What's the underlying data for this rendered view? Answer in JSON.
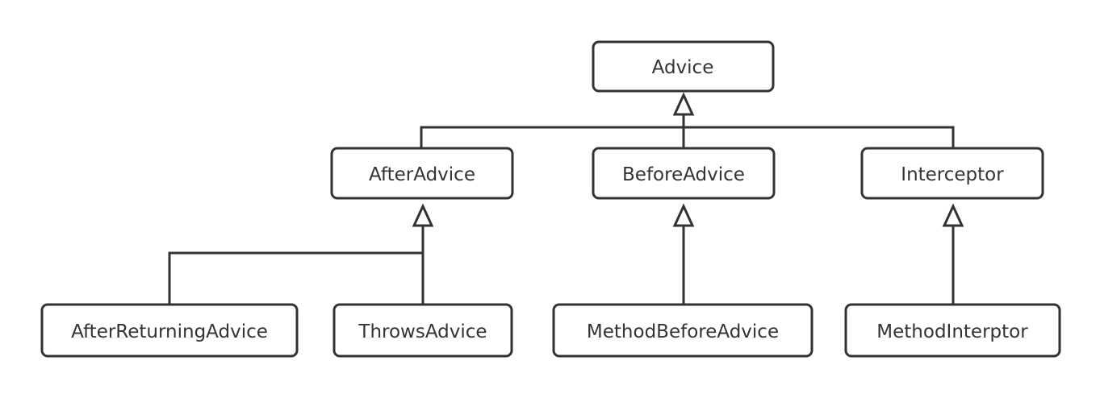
{
  "diagram": {
    "nodes": {
      "advice": "Advice",
      "after_advice": "AfterAdvice",
      "before_advice": "BeforeAdvice",
      "interceptor": "Interceptor",
      "after_returning_advice": "AfterReturningAdvice",
      "throws_advice": "ThrowsAdvice",
      "method_before_advice": "MethodBeforeAdvice",
      "method_interptor": "MethodInterptor"
    },
    "colors": {
      "line": "#323232",
      "text": "#333333",
      "background": "#ffffff"
    },
    "relationships": [
      {
        "from": "after_advice",
        "to": "advice",
        "type": "inheritance"
      },
      {
        "from": "before_advice",
        "to": "advice",
        "type": "inheritance"
      },
      {
        "from": "interceptor",
        "to": "advice",
        "type": "inheritance"
      },
      {
        "from": "after_returning_advice",
        "to": "after_advice",
        "type": "inheritance"
      },
      {
        "from": "throws_advice",
        "to": "after_advice",
        "type": "inheritance"
      },
      {
        "from": "method_before_advice",
        "to": "before_advice",
        "type": "inheritance"
      },
      {
        "from": "method_interptor",
        "to": "interceptor",
        "type": "inheritance"
      }
    ]
  }
}
